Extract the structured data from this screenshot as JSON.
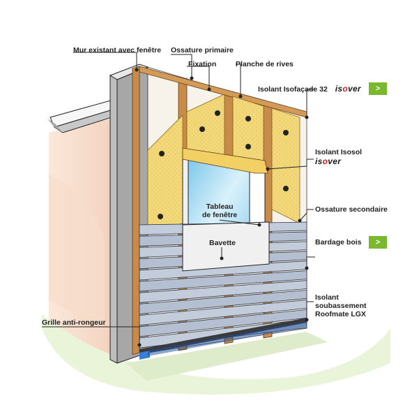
{
  "labels": {
    "mur_existant": "Mur existant avec fenêtre",
    "ossature_primaire": "Ossature primaire",
    "fixation": "Fixation",
    "planche_de_rives": "Planche de rives",
    "isolant_isofacade": "Isolant Isofaçade 32",
    "isolant_isosol": "Isolant Isosol",
    "tableau_line1": "Tableau",
    "tableau_line2": "de fenêtre",
    "bavette": "Bavette",
    "ossature_secondaire": "Ossature secondaire",
    "bardage_bois": "Bardage bois",
    "soubassement_line1": "Isolant",
    "soubassement_line2": "soubassement",
    "soubassement_line3": "Roofmate LGX",
    "grille": "Grille anti-rongeur"
  },
  "brand": {
    "prefix": "is",
    "o": "o",
    "suffix": "ver"
  },
  "buttons": {
    "arrow": ">"
  },
  "colors": {
    "insulation": "#f2d675",
    "wood": "#c98b4a",
    "cladding": "#b8c3d3",
    "accent_green": "#7ab82f",
    "brand_red": "#d11f1f"
  }
}
